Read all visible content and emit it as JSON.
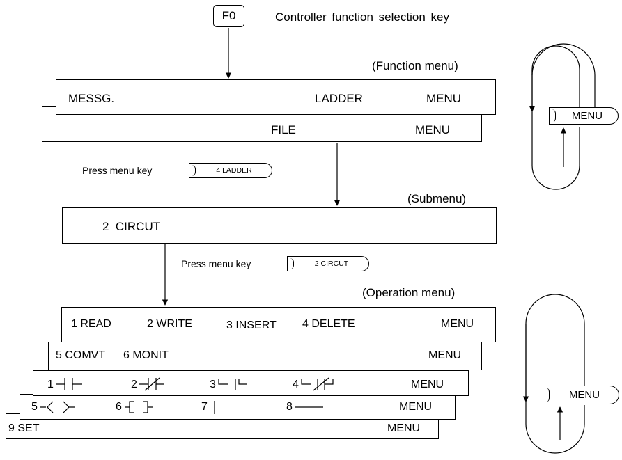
{
  "f0_key": "F0",
  "f0_caption": "Controller function selection key",
  "function_menu": {
    "title": "(Function menu)",
    "row1": {
      "left": "MESSG.",
      "mid": "LADDER",
      "right": "MENU"
    },
    "row2": {
      "mid": "FILE",
      "right": "MENU"
    }
  },
  "press_1": {
    "text": "Press menu key",
    "key": "4 LADDER"
  },
  "submenu": {
    "title": "(Submenu)",
    "item": "2  CIRCUT"
  },
  "press_2": {
    "text": "Press menu key",
    "key": "2 CIRCUT"
  },
  "operation_menu": {
    "title": "(Operation menu)",
    "row1": {
      "items": [
        "1 READ",
        "2 WRITE",
        "3 INSERT",
        "4 DELETE"
      ],
      "right": "MENU"
    },
    "row2": {
      "items": [
        "5 COMVT",
        "6 MONIT"
      ],
      "right": "MENU"
    },
    "row3": {
      "nums": [
        "1",
        "2",
        "3",
        "4"
      ],
      "right": "MENU"
    },
    "row4": {
      "nums": [
        "5",
        "6",
        "7",
        "8"
      ],
      "right": "MENU"
    },
    "row5": {
      "items": [
        "9 SET"
      ],
      "right": "MENU"
    }
  },
  "cycle_key_top": "MENU",
  "cycle_key_bottom": "MENU"
}
